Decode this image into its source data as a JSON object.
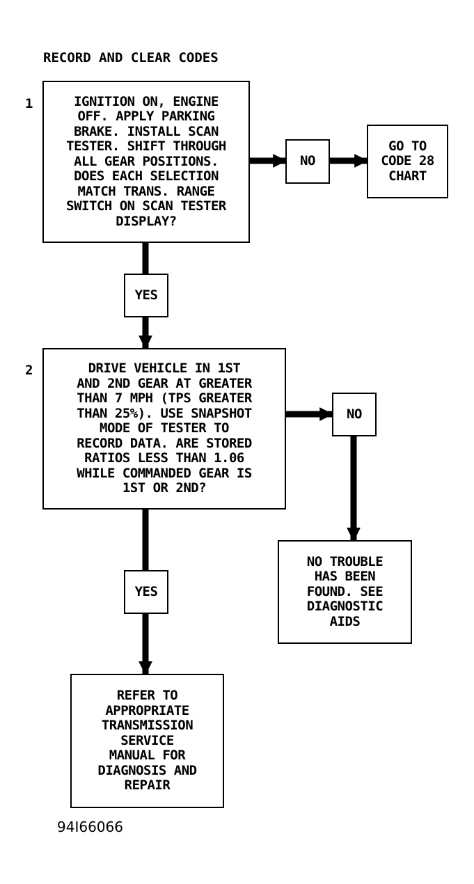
{
  "title": "RECORD AND CLEAR CODES",
  "steps": [
    {
      "number": "1",
      "text": "IGNITION ON, ENGINE\nOFF. APPLY PARKING\nBRAKE. INSTALL SCAN\nTESTER. SHIFT THROUGH\nALL GEAR POSITIONS.\nDOES EACH SELECTION\nMATCH TRANS. RANGE\nSWITCH ON SCAN TESTER\nDISPLAY?"
    },
    {
      "number": "2",
      "text": "DRIVE VEHICLE IN 1ST\nAND 2ND GEAR AT GREATER\nTHAN 7 MPH (TPS GREATER\nTHAN 25%). USE SNAPSHOT\nMODE OF TESTER TO\nRECORD DATA. ARE STORED\nRATIOS LESS THAN 1.06\nWHILE COMMANDED GEAR IS\n1ST OR 2ND?"
    }
  ],
  "answers": {
    "no1": "NO",
    "yes1": "YES",
    "no2": "NO",
    "yes2": "YES"
  },
  "outcomes": {
    "code28": "GO TO\nCODE 28\nCHART",
    "no_trouble": "NO TROUBLE\nHAS BEEN\nFOUND. SEE\nDIAGNOSTIC\nAIDS",
    "refer": "REFER TO\nAPPROPRIATE\nTRANSMISSION\nSERVICE\nMANUAL FOR\nDIAGNOSIS AND\nREPAIR"
  },
  "figure_id": "94I66066"
}
